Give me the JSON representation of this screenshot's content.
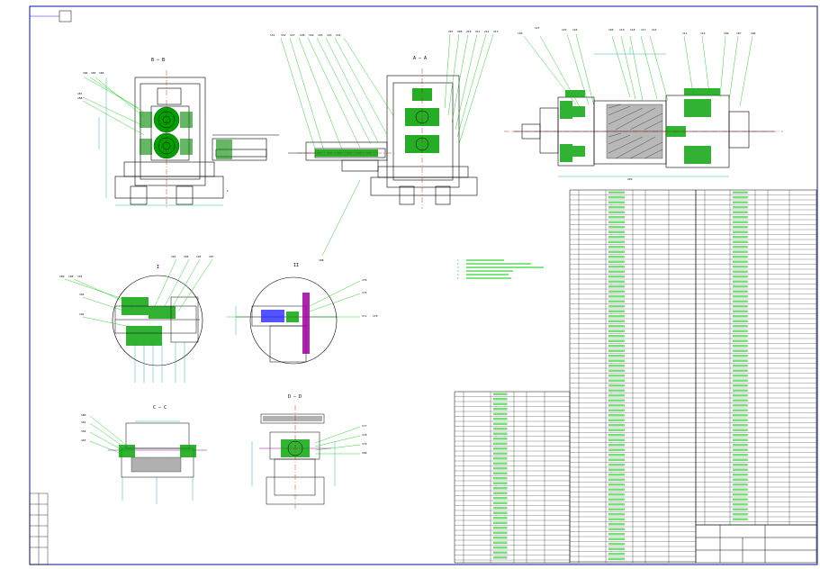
{
  "drawing": {
    "colors": {
      "paper": "#ffffff",
      "frame": "#1a1aff",
      "outline": "#000000",
      "leader": "#00c800",
      "dimension": "#00a0a0",
      "center": "#c80000",
      "part": "#00a000",
      "section": "#a000a0",
      "hatch": "#000000"
    },
    "views": {
      "bb": {
        "title": "B — B",
        "cut_label": "I"
      },
      "aa": {
        "title": "A — A"
      },
      "cc": {
        "title": "C — C"
      },
      "dd": {
        "title": "D — D"
      },
      "detail_i": {
        "title": "I"
      },
      "detail_ii": {
        "title": "II"
      }
    },
    "notes": [
      "1. ...",
      "2. ...",
      "3. ...",
      "4. ...",
      "5. ...",
      "6. ..."
    ],
    "title_block": {
      "title": "",
      "drawing_no": ""
    }
  }
}
